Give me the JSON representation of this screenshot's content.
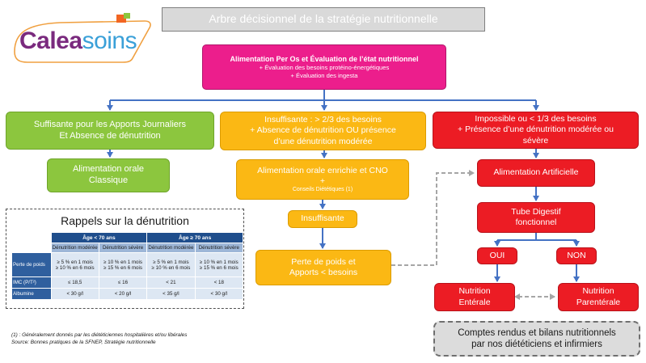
{
  "logo": {
    "part1": "Calea",
    "part2": "soins"
  },
  "title": "Arbre décisionnel de la stratégie nutritionnelle",
  "top_box": {
    "title": "Alimentation Per Os et Évaluation de l’état nutritionnel",
    "line1": "+ Évaluation des besoins protéino-énergétiques",
    "line2": "+ Évaluation des ingesta"
  },
  "green_branch": {
    "condition_line1": "Suffisante pour les Apports Journaliers",
    "condition_line2": "Et Absence de dénutrition",
    "result_line1": "Alimentation orale",
    "result_line2": "Classique"
  },
  "orange_branch": {
    "condition_line1": "Insuffisante :  > 2/3 des besoins",
    "condition_line2": "+ Absence de dénutrition OU présence",
    "condition_line3": "d’une dénutrition modérée",
    "action_line1": "Alimentation orale enrichie et CNO",
    "action_line2": "+",
    "action_line3": "Conseils Diététiques (1)",
    "insufficient": "Insuffisante",
    "loss_line1": "Perte de poids et",
    "loss_line2": "Apports < besoins"
  },
  "red_branch": {
    "condition_line1": "Impossible ou < 1/3 des besoins",
    "condition_line2": "+ Présence d’une dénutrition modérée ou",
    "condition_line3": "sévère",
    "artificial": "Alimentation Artificielle",
    "tube_line1": "Tube Digestif",
    "tube_line2": "fonctionnel",
    "yes": "OUI",
    "no": "NON",
    "enteral_line1": "Nutrition",
    "enteral_line2": "Entérale",
    "parenteral_line1": "Nutrition",
    "parenteral_line2": "Parentérale"
  },
  "reports": {
    "line1": "Comptes rendus et bilans nutritionnels",
    "line2": "par nos diététiciens et infirmiers"
  },
  "rappels": {
    "title": "Rappels sur la dénutrition",
    "age_under": "Âge < 70 ans",
    "age_over": "Âge ≥ 70 ans",
    "sub_moderate": "Dénutrition modérée",
    "sub_severe": "Dénutrition sévère",
    "rows": [
      {
        "label": "Perte de poids",
        "c1a": "≥ 5 % en 1 mois",
        "c1b": "≥ 10 % en 6 mois",
        "c2a": "≥ 10 % en 1 mois",
        "c2b": "≥ 15 % en 6 mois",
        "c3a": "≥ 5 % en 1 mois",
        "c3b": "≥ 10 % en 6 mois",
        "c4a": "≥ 10 % en 1 mois",
        "c4b": "≥ 15 % en 6 mois"
      },
      {
        "label": "IMC (P/T²)",
        "c1": "≤ 18,5",
        "c2": "≤ 16",
        "c3": "< 21",
        "c4": "< 18"
      },
      {
        "label": "Albumine",
        "c1": "< 30 g/l",
        "c2": "< 20 g/l",
        "c3": "< 35 g/l",
        "c4": "< 30 g/l"
      }
    ]
  },
  "notes": {
    "line1": "(1)   : Généralement donnés par les diététiciennes hospitalières et/ou libérales",
    "line2": "Source: Bonnes pratiques de la SFNEP, Stratégie nutritionnelle"
  },
  "colors": {
    "magenta": "#ec1e8c",
    "green": "#8cc63e",
    "orange": "#fbb814",
    "red": "#ec1c24",
    "arrow_blue": "#4472c4",
    "title_gray": "#d9d9d9"
  }
}
